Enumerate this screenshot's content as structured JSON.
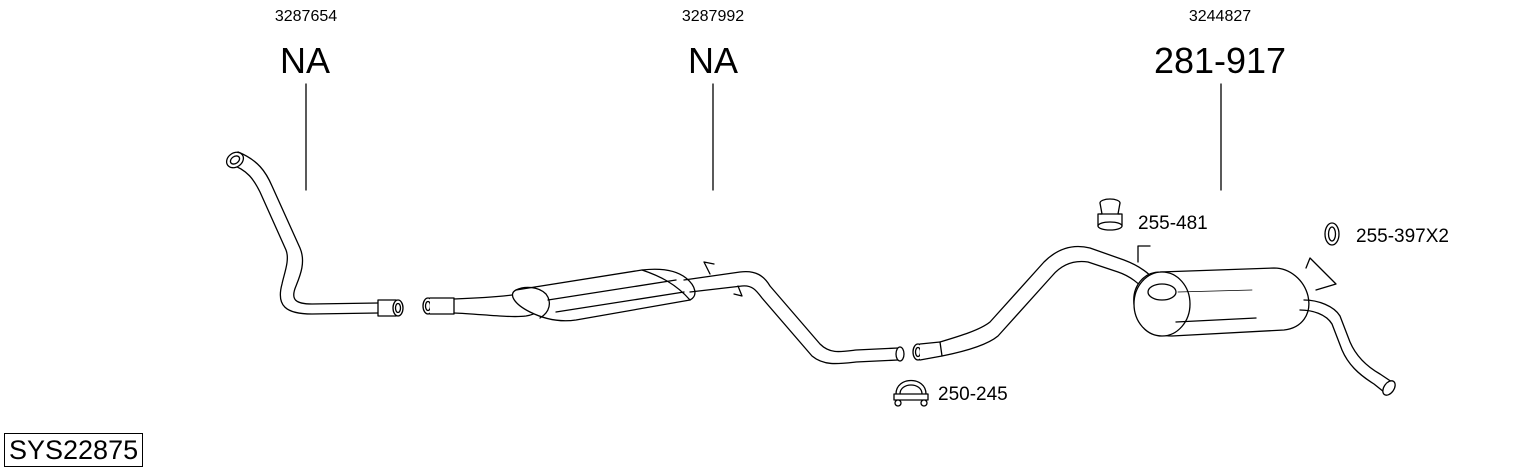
{
  "diagram": {
    "system_code": "SYS22875",
    "sections": [
      {
        "ref_number": "3287654",
        "part_number": "NA"
      },
      {
        "ref_number": "3287992",
        "part_number": "NA"
      },
      {
        "ref_number": "3244827",
        "part_number": "281-917"
      }
    ],
    "accessories": [
      {
        "part_number": "255-481",
        "icon": "rubber-mount-icon"
      },
      {
        "part_number": "255-397X2",
        "icon": "ring-gasket-icon"
      },
      {
        "part_number": "250-245",
        "icon": "pipe-clamp-icon"
      }
    ]
  }
}
